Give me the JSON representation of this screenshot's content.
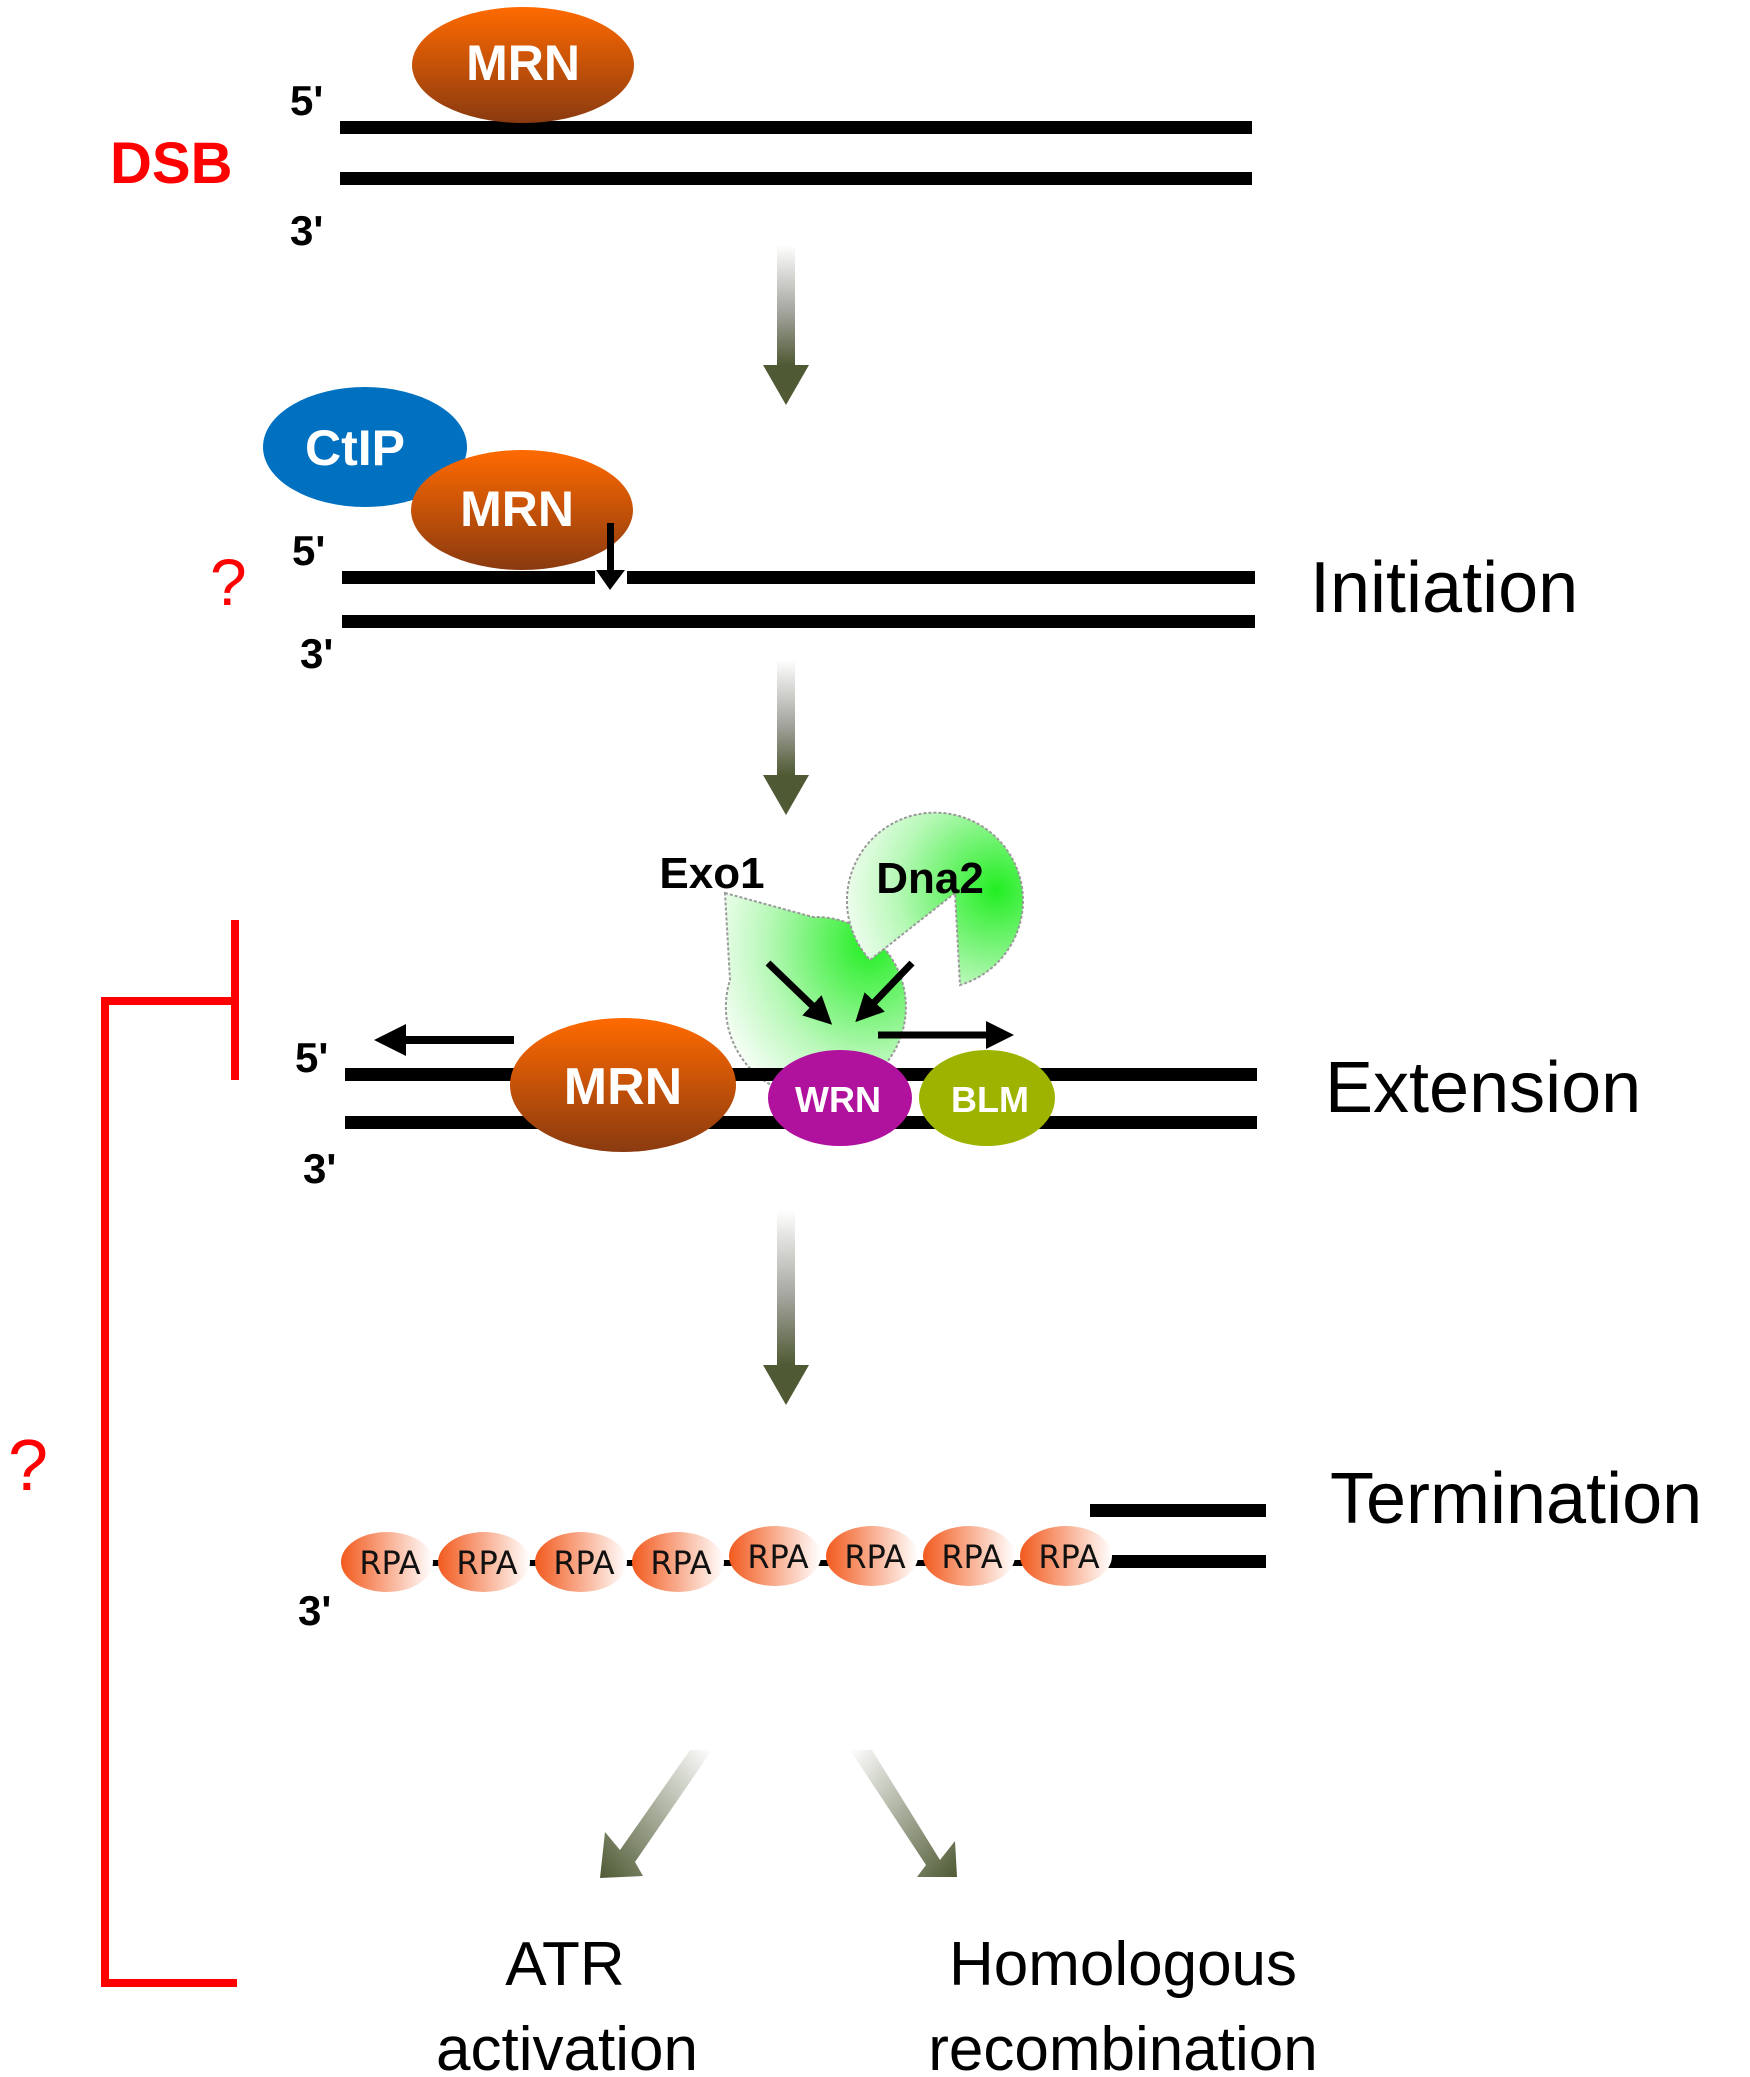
{
  "diagram": {
    "labels": {
      "dsb": "DSB",
      "five_prime": "5'",
      "three_prime": "3'",
      "question": "?"
    },
    "proteins": {
      "mrn": "MRN",
      "ctip": "CtIP",
      "exo1": "Exo1",
      "dna2": "Dna2",
      "wrn": "WRN",
      "blm": "BLM",
      "rpa": "RPA"
    },
    "stages": {
      "initiation": "Initiation",
      "extension": "Extension",
      "termination": "Termination"
    },
    "outcomes": {
      "atr_line1": "ATR",
      "atr_line2": "activation",
      "hr_line1": "Homologous",
      "hr_line2": "recombination"
    },
    "rpa_count": 8,
    "colors": {
      "red": "#ff0000",
      "mrn_top": "#ff6a00",
      "mrn_bottom": "#8a3a10",
      "ctip": "#0070c0",
      "wrn": "#b0129e",
      "blm": "#9db300",
      "pac_green": "#33ee33",
      "arrow_dark": "#4f5a34",
      "rpa": "#f26a2e"
    }
  }
}
